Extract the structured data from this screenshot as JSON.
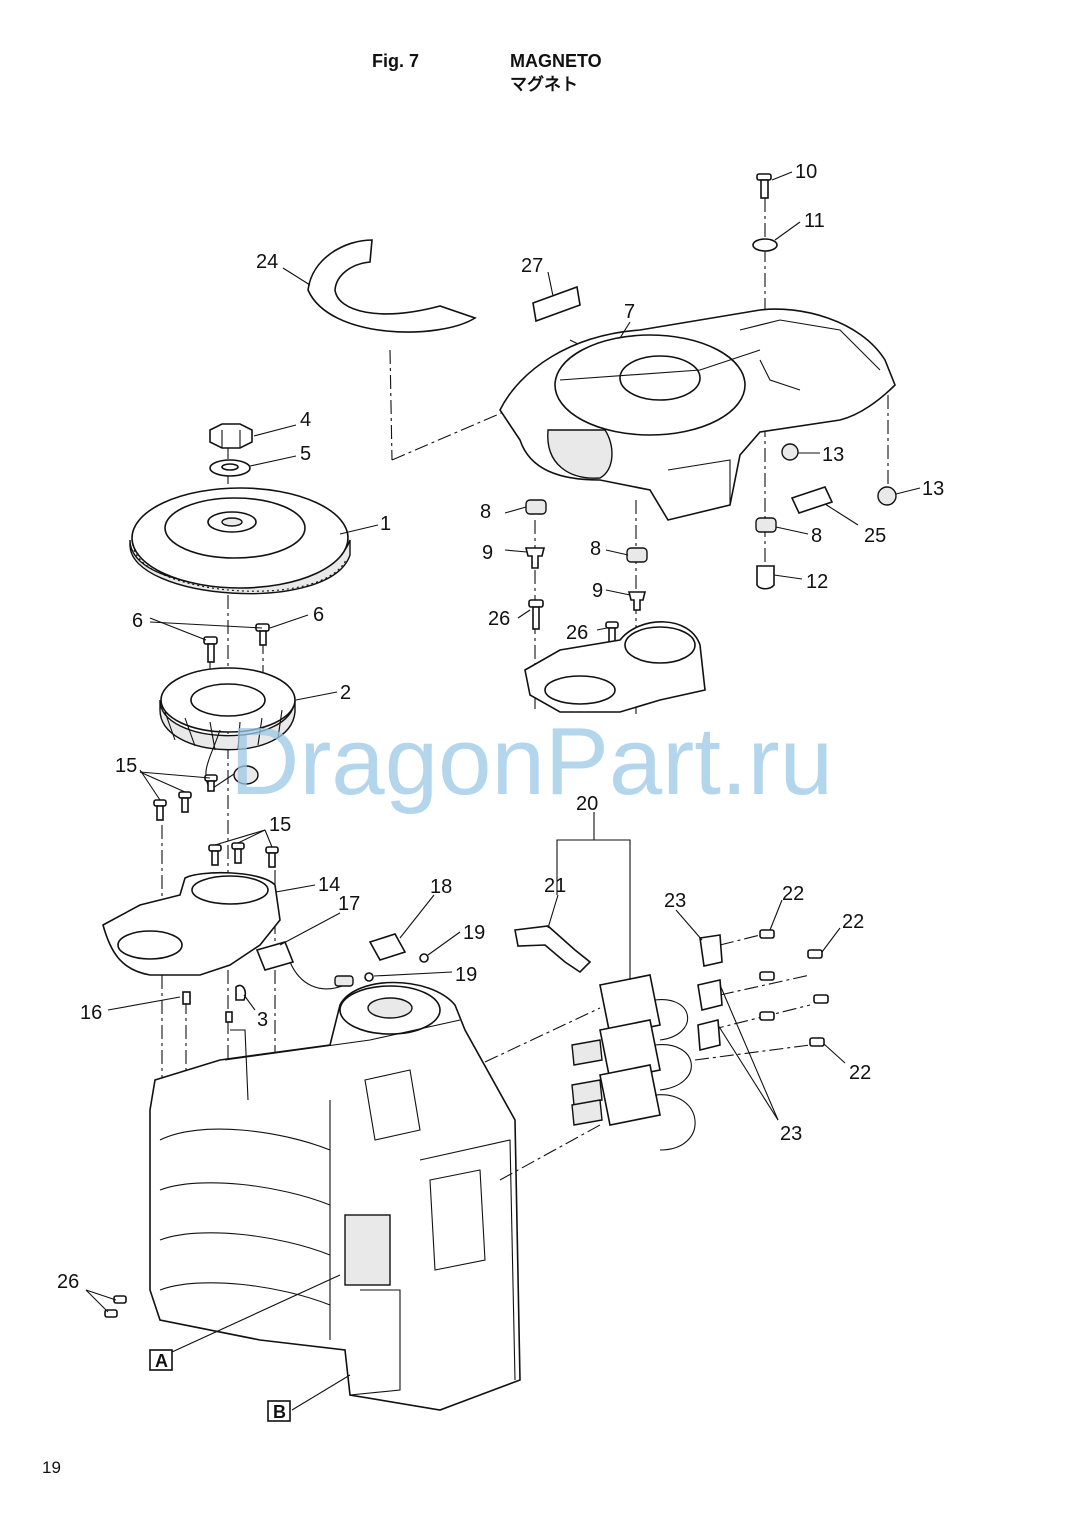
{
  "header": {
    "fig": "Fig. 7",
    "title": "MAGNETO",
    "subtitle": "マグネト"
  },
  "watermark": "DragonPart.ru",
  "page_number": "19",
  "reference_boxes": [
    "A",
    "B"
  ],
  "callouts": {
    "c1": "1",
    "c2": "2",
    "c3": "3",
    "c4": "4",
    "c5": "5",
    "c6a": "6",
    "c6b": "6",
    "c7": "7",
    "c8a": "8",
    "c8b": "8",
    "c8c": "8",
    "c9a": "9",
    "c9b": "9",
    "c10": "10",
    "c11": "11",
    "c12": "12",
    "c13a": "13",
    "c13b": "13",
    "c14": "14",
    "c15a": "15",
    "c15b": "15",
    "c16": "16",
    "c17": "17",
    "c18": "18",
    "c19a": "19",
    "c19b": "19",
    "c20": "20",
    "c21": "21",
    "c22a": "22",
    "c22b": "22",
    "c22c": "22",
    "c23a": "23",
    "c23b": "23",
    "c24": "24",
    "c25": "25",
    "c26a": "26",
    "c26b": "26",
    "c26c": "26",
    "c27": "27"
  },
  "colors": {
    "line": "#111111",
    "watermark": "#9cc9e6",
    "background": "#ffffff"
  }
}
